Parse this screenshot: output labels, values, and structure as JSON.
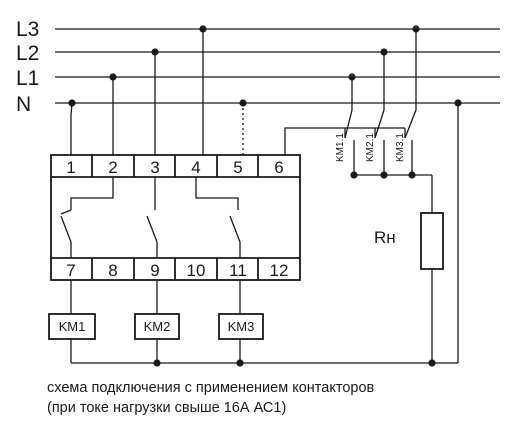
{
  "lines": {
    "l3": "L3",
    "l2": "L2",
    "l1": "L1",
    "n": "N"
  },
  "terminals": {
    "top": [
      "1",
      "2",
      "3",
      "4",
      "5",
      "6"
    ],
    "bottom": [
      "7",
      "8",
      "9",
      "10",
      "11",
      "12"
    ]
  },
  "coils": [
    "KM1",
    "KM2",
    "KM3"
  ],
  "contacts": [
    "KM1.1",
    "KM2.1",
    "KM3.1"
  ],
  "load": "Rн",
  "caption": {
    "line1": "схема подключения с применением контакторов",
    "line2": "(при токе нагрузки свыше 16А АС1)"
  }
}
